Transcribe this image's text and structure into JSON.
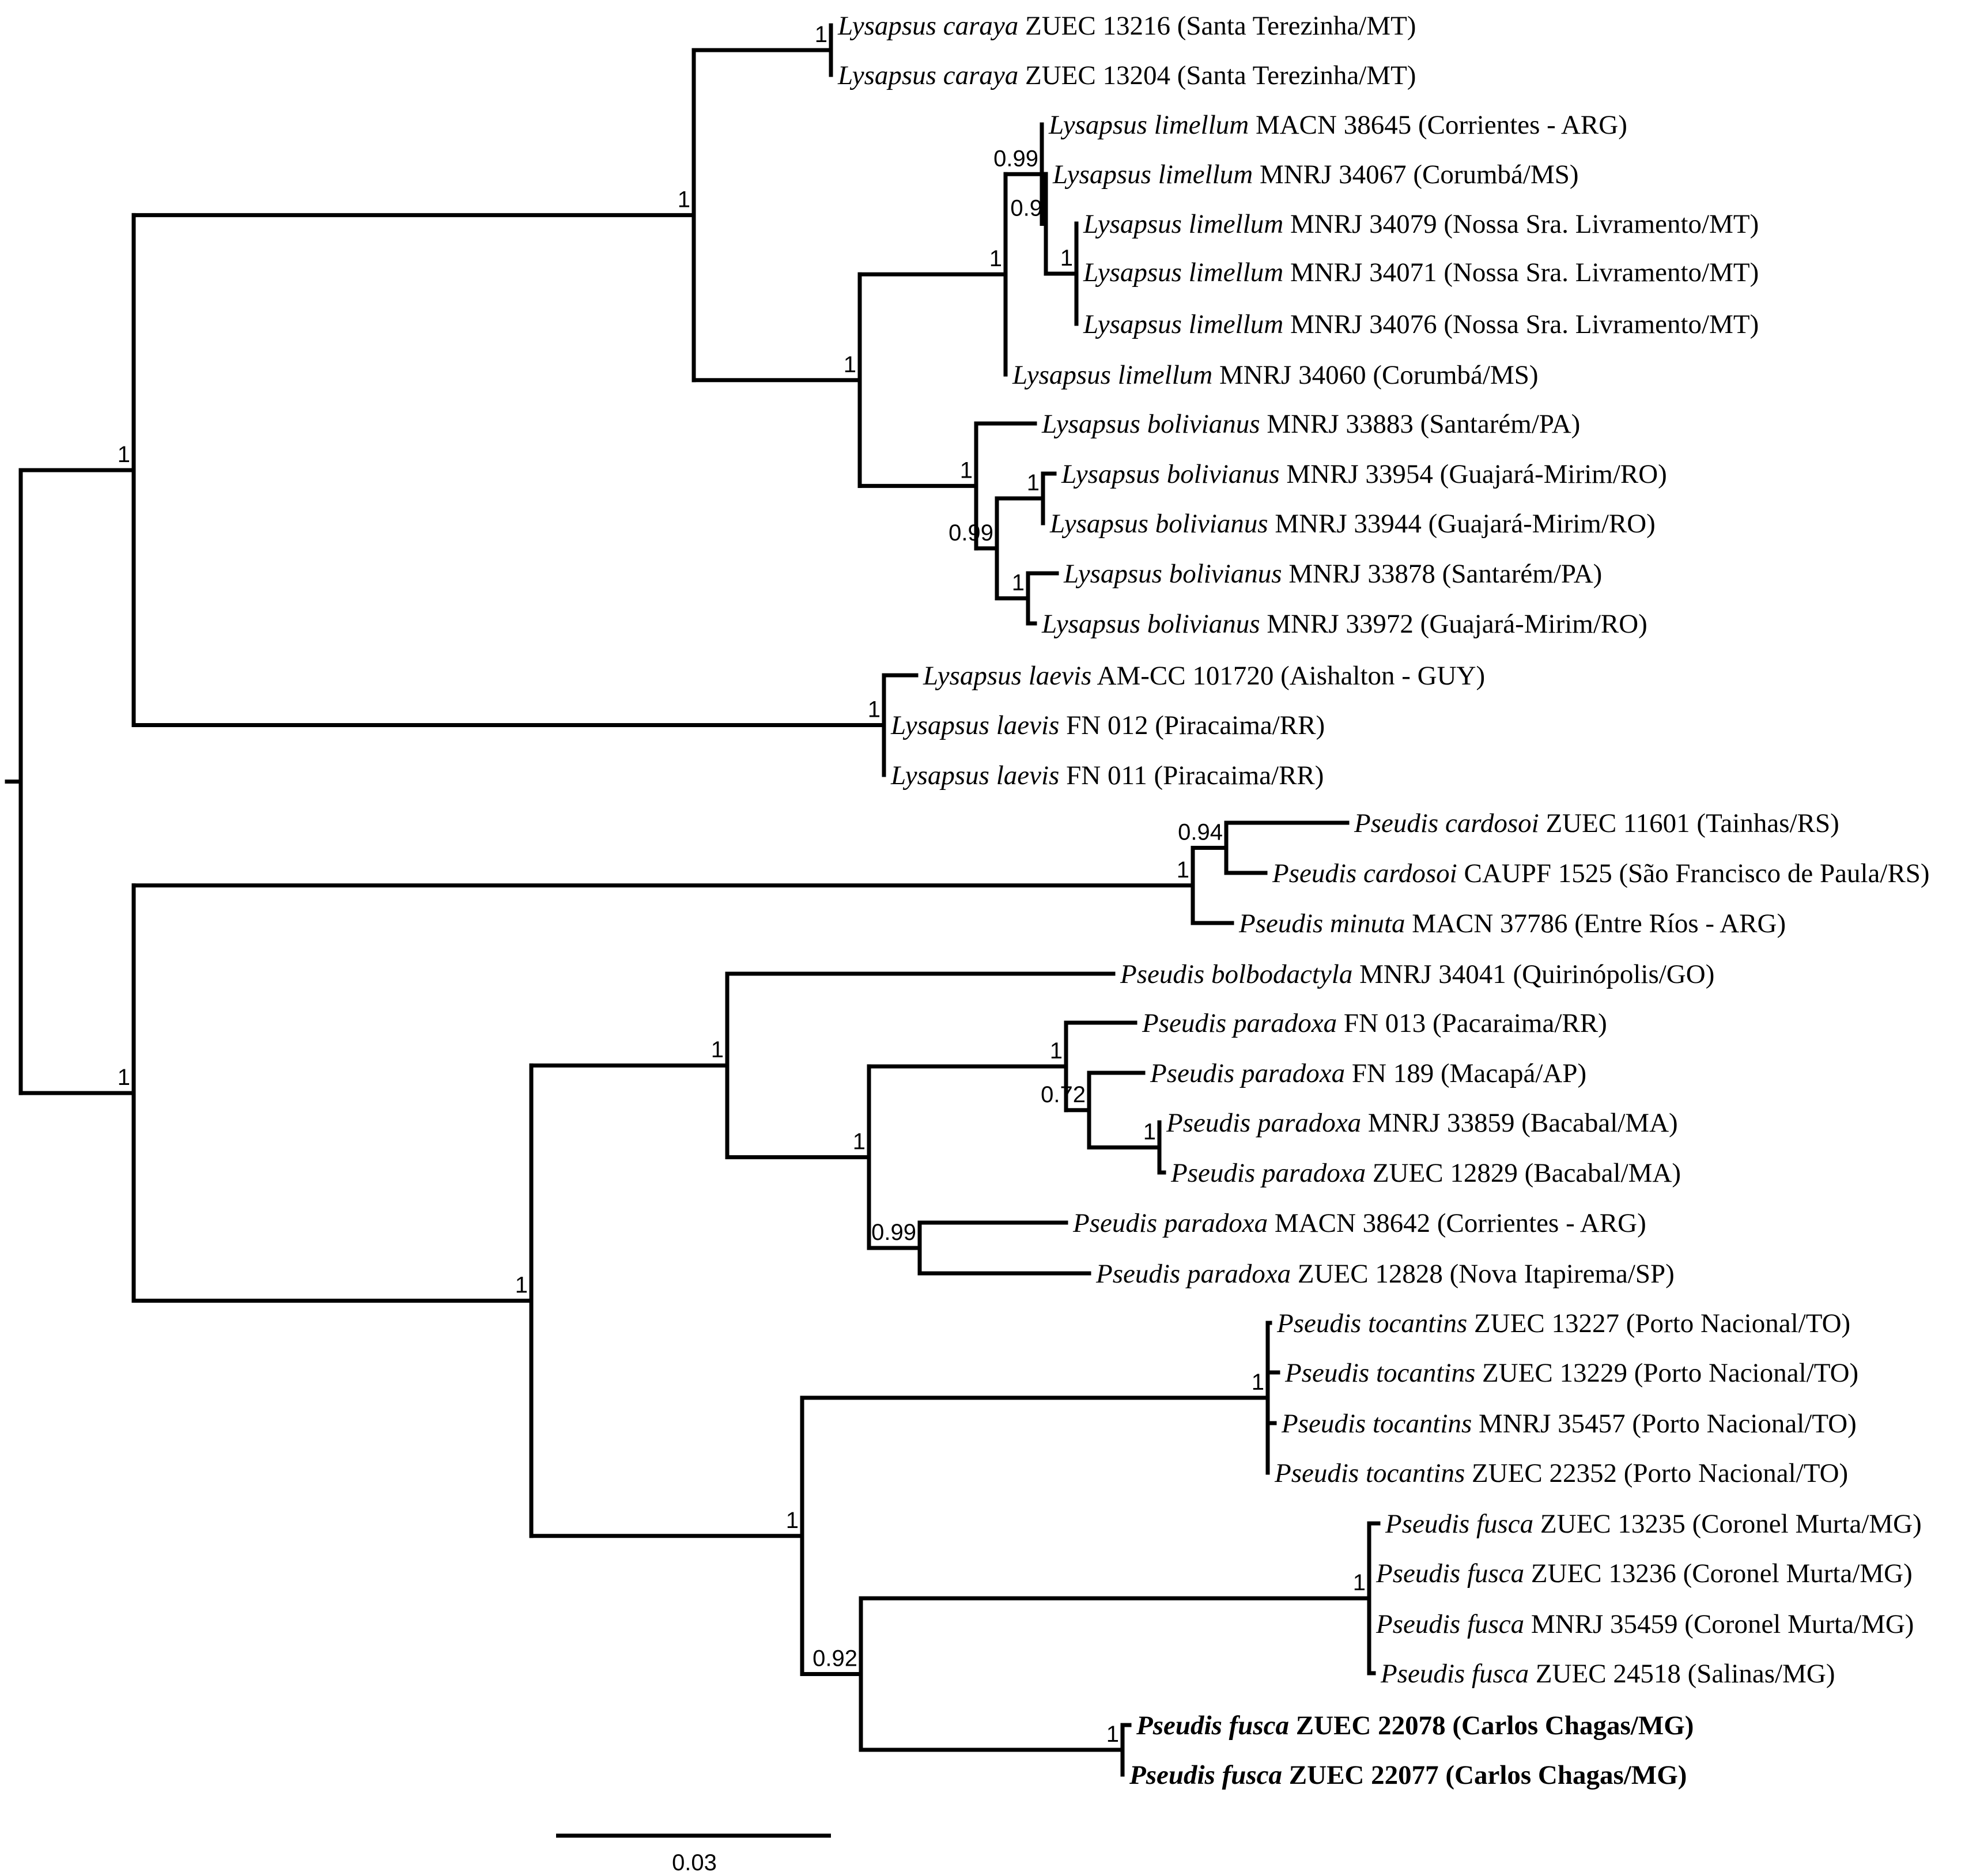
{
  "tree": {
    "scale_bar_label": "0.03",
    "leaves": [
      {
        "id": "L1",
        "species": "Lysapsus caraya",
        "rest": " ZUEC 13216 (Santa Terezinha/MT)"
      },
      {
        "id": "L2",
        "species": "Lysapsus caraya",
        "rest": "ZUEC 13204 (Santa Terezinha/MT)"
      },
      {
        "id": "L3",
        "species": "Lysapsus limellum",
        "rest": "MACN 38645 (Corrientes - ARG)"
      },
      {
        "id": "L4",
        "species": "Lysapsus limellum",
        "rest": "MNRJ 34067 (Corumbá/MS)"
      },
      {
        "id": "L5",
        "species": "Lysapsus limellum",
        "rest": "MNRJ 34079 (Nossa Sra. Livramento/MT)"
      },
      {
        "id": "L6",
        "species": "Lysapsus limellum",
        "rest": "MNRJ 34071 (Nossa Sra. Livramento/MT)"
      },
      {
        "id": "L7",
        "species": "Lysapsus limellum",
        "rest": "MNRJ 34076 (Nossa Sra. Livramento/MT)"
      },
      {
        "id": "L8",
        "species": "Lysapsus limellum",
        "rest": "MNRJ 34060 (Corumbá/MS)"
      },
      {
        "id": "L9",
        "species": "Lysapsus bolivianus",
        "rest": "MNRJ 33883 (Santarém/PA)"
      },
      {
        "id": "L10",
        "species": "Lysapsus bolivianus",
        "rest": "MNRJ 33954 (Guajará-Mirim/RO)"
      },
      {
        "id": "L11",
        "species": "Lysapsus bolivianus",
        "rest": "MNRJ 33944 (Guajará-Mirim/RO)"
      },
      {
        "id": "L12",
        "species": "Lysapsus bolivianus",
        "rest": "MNRJ 33878 (Santarém/PA)"
      },
      {
        "id": "L13",
        "species": "Lysapsus bolivianus",
        "rest": "MNRJ 33972 (Guajará-Mirim/RO)"
      },
      {
        "id": "L14",
        "species": "Lysapsus laevis",
        "rest": "AM-CC 101720 (Aishalton - GUY)"
      },
      {
        "id": "L15",
        "species": "Lysapsus laevis",
        "rest": "FN 012 (Piracaima/RR)"
      },
      {
        "id": "L16",
        "species": "Lysapsus laevis",
        "rest": "FN 011 (Piracaima/RR)"
      },
      {
        "id": "L17",
        "species": "Pseudis cardosoi",
        "rest": "ZUEC 11601 (Tainhas/RS)"
      },
      {
        "id": "L18",
        "species": "Pseudis cardosoi",
        "rest": "CAUPF 1525 (São Francisco de Paula/RS)"
      },
      {
        "id": "L19",
        "species": "Pseudis minuta",
        "rest": "MACN 37786 (Entre Ríos - ARG)"
      },
      {
        "id": "L20",
        "species": "Pseudis bolbodactyla",
        "rest": "MNRJ 34041 (Quirinópolis/GO)"
      },
      {
        "id": "L21",
        "species": "Pseudis paradoxa",
        "rest": "FN 013 (Pacaraima/RR)"
      },
      {
        "id": "L22",
        "species": "Pseudis paradoxa",
        "rest": "FN 189 (Macapá/AP)"
      },
      {
        "id": "L23",
        "species": "Pseudis paradoxa",
        "rest": "MNRJ 33859 (Bacabal/MA)"
      },
      {
        "id": "L24",
        "species": "Pseudis paradoxa",
        "rest": "ZUEC 12829 (Bacabal/MA)"
      },
      {
        "id": "L25",
        "species": "Pseudis paradoxa",
        "rest": "MACN 38642 (Corrientes - ARG)"
      },
      {
        "id": "L26",
        "species": "Pseudis paradoxa",
        "rest": "ZUEC 12828 (Nova Itapirema/SP)"
      },
      {
        "id": "L27",
        "species": "Pseudis tocantins",
        "rest": "ZUEC 13227 (Porto Nacional/TO)"
      },
      {
        "id": "L28",
        "species": "Pseudis tocantins",
        "rest": "ZUEC 13229 (Porto Nacional/TO)"
      },
      {
        "id": "L29",
        "species": "Pseudis tocantins",
        "rest": "MNRJ 35457 (Porto Nacional/TO)"
      },
      {
        "id": "L30",
        "species": "Pseudis tocantins",
        "rest": "ZUEC 22352 (Porto Nacional/TO)"
      },
      {
        "id": "L31",
        "species": "Pseudis fusca",
        "rest": "ZUEC 13235 (Coronel Murta/MG)"
      },
      {
        "id": "L32",
        "species": "Pseudis fusca",
        "rest": "ZUEC 13236 (Coronel Murta/MG)"
      },
      {
        "id": "L33",
        "species": "Pseudis fusca",
        "rest": "MNRJ 35459 (Coronel Murta/MG)"
      },
      {
        "id": "L34",
        "species": "Pseudis fusca",
        "rest": "ZUEC 24518 (Salinas/MG)"
      },
      {
        "id": "L35",
        "species": "Pseudis fusca",
        "rest": "ZUEC 22078 (Carlos Chagas/MG)",
        "bold": true
      },
      {
        "id": "L36",
        "species": "Pseudis fusca",
        "rest": "ZUEC 22077 (Carlos Chagas/MG)",
        "bold": true
      }
    ],
    "nodes": [
      {
        "id": "root",
        "children": [
          "A",
          "B"
        ],
        "support": ""
      },
      {
        "id": "A",
        "children": [
          "A1",
          "LAE"
        ],
        "support": "1"
      },
      {
        "id": "A1",
        "children": [
          "CAR",
          "A2"
        ],
        "support": "1"
      },
      {
        "id": "CAR",
        "children": [
          "L1",
          "L2"
        ],
        "support": "1"
      },
      {
        "id": "A2",
        "children": [
          "LIM",
          "BOL"
        ],
        "support": "1"
      },
      {
        "id": "LIM",
        "children": [
          "LIM1",
          "L8"
        ],
        "support": "1"
      },
      {
        "id": "LIM1",
        "children": [
          "L3",
          "LIM2"
        ],
        "support": "0.99"
      },
      {
        "id": "LIM2",
        "children": [
          "L4",
          "LIM3"
        ],
        "support": "0.9"
      },
      {
        "id": "LIM3",
        "children": [
          "L5",
          "L6",
          "L7"
        ],
        "support": "1"
      },
      {
        "id": "BOL",
        "children": [
          "L9",
          "BOL1"
        ],
        "support": "1"
      },
      {
        "id": "BOL1",
        "children": [
          "BOL2",
          "BOL3"
        ],
        "support": "0.99"
      },
      {
        "id": "BOL2",
        "children": [
          "L10",
          "L11"
        ],
        "support": "1"
      },
      {
        "id": "BOL3",
        "children": [
          "L12",
          "L13"
        ],
        "support": "1"
      },
      {
        "id": "LAE",
        "children": [
          "L14",
          "L15",
          "L16"
        ],
        "support": "1"
      },
      {
        "id": "B",
        "children": [
          "CM",
          "B1"
        ],
        "support": "1"
      },
      {
        "id": "CM",
        "children": [
          "CARD",
          "L19"
        ],
        "support": "1"
      },
      {
        "id": "CARD",
        "children": [
          "L17",
          "L18"
        ],
        "support": "0.94"
      },
      {
        "id": "B1",
        "children": [
          "BP",
          "TF"
        ],
        "support": "1"
      },
      {
        "id": "BP",
        "children": [
          "L20",
          "PAR"
        ],
        "support": "1"
      },
      {
        "id": "PAR",
        "children": [
          "PAR1",
          "PAR4"
        ],
        "support": "1"
      },
      {
        "id": "PAR1",
        "children": [
          "L21",
          "PAR2"
        ],
        "support": "1"
      },
      {
        "id": "PAR2",
        "children": [
          "L22",
          "PAR3"
        ],
        "support": "0.72"
      },
      {
        "id": "PAR3",
        "children": [
          "L23",
          "L24"
        ],
        "support": "1"
      },
      {
        "id": "PAR4",
        "children": [
          "L25",
          "L26"
        ],
        "support": "0.99"
      },
      {
        "id": "TF",
        "children": [
          "TOC",
          "FUS"
        ],
        "support": "1"
      },
      {
        "id": "TOC",
        "children": [
          "L27",
          "L28",
          "L29",
          "L30"
        ],
        "support": "1"
      },
      {
        "id": "FUS",
        "children": [
          "FUS1",
          "FUS2"
        ],
        "support": "0.92"
      },
      {
        "id": "FUS1",
        "children": [
          "L31",
          "L32",
          "L33",
          "L34"
        ],
        "support": "1"
      },
      {
        "id": "FUS2",
        "children": [
          "L35",
          "L36"
        ],
        "support": "1"
      }
    ]
  }
}
